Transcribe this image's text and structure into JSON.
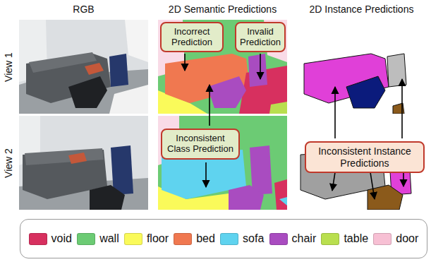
{
  "diagram": {
    "nodes": [
      {
        "text": [
          "Incorrect Prediction"
        ]
      },
      {
        "text": [
          "Invalid Prediction"
        ]
      },
      {
        "text": [
          "Inconsistent Class Prediction"
        ]
      },
      {
        "text": [
          "Inconsistent Instance Predictions"
        ]
      }
    ],
    "labels": [
      "RGB",
      "2D Semantic Predictions",
      "2D Instance Predictions",
      "View 1",
      "View 2"
    ],
    "legend": [
      {
        "text": "void",
        "color": "#d7305f"
      },
      {
        "text": "wall",
        "color": "#6ccb74"
      },
      {
        "text": "floor",
        "color": "#fafa5a"
      },
      {
        "text": "bed",
        "color": "#f07850"
      },
      {
        "text": "sofa",
        "color": "#5fd3ef"
      },
      {
        "text": "chair",
        "color": "#a94cc0"
      },
      {
        "text": "table",
        "color": "#b9df4f"
      },
      {
        "text": "door",
        "color": "#f7c0d4"
      }
    ]
  }
}
